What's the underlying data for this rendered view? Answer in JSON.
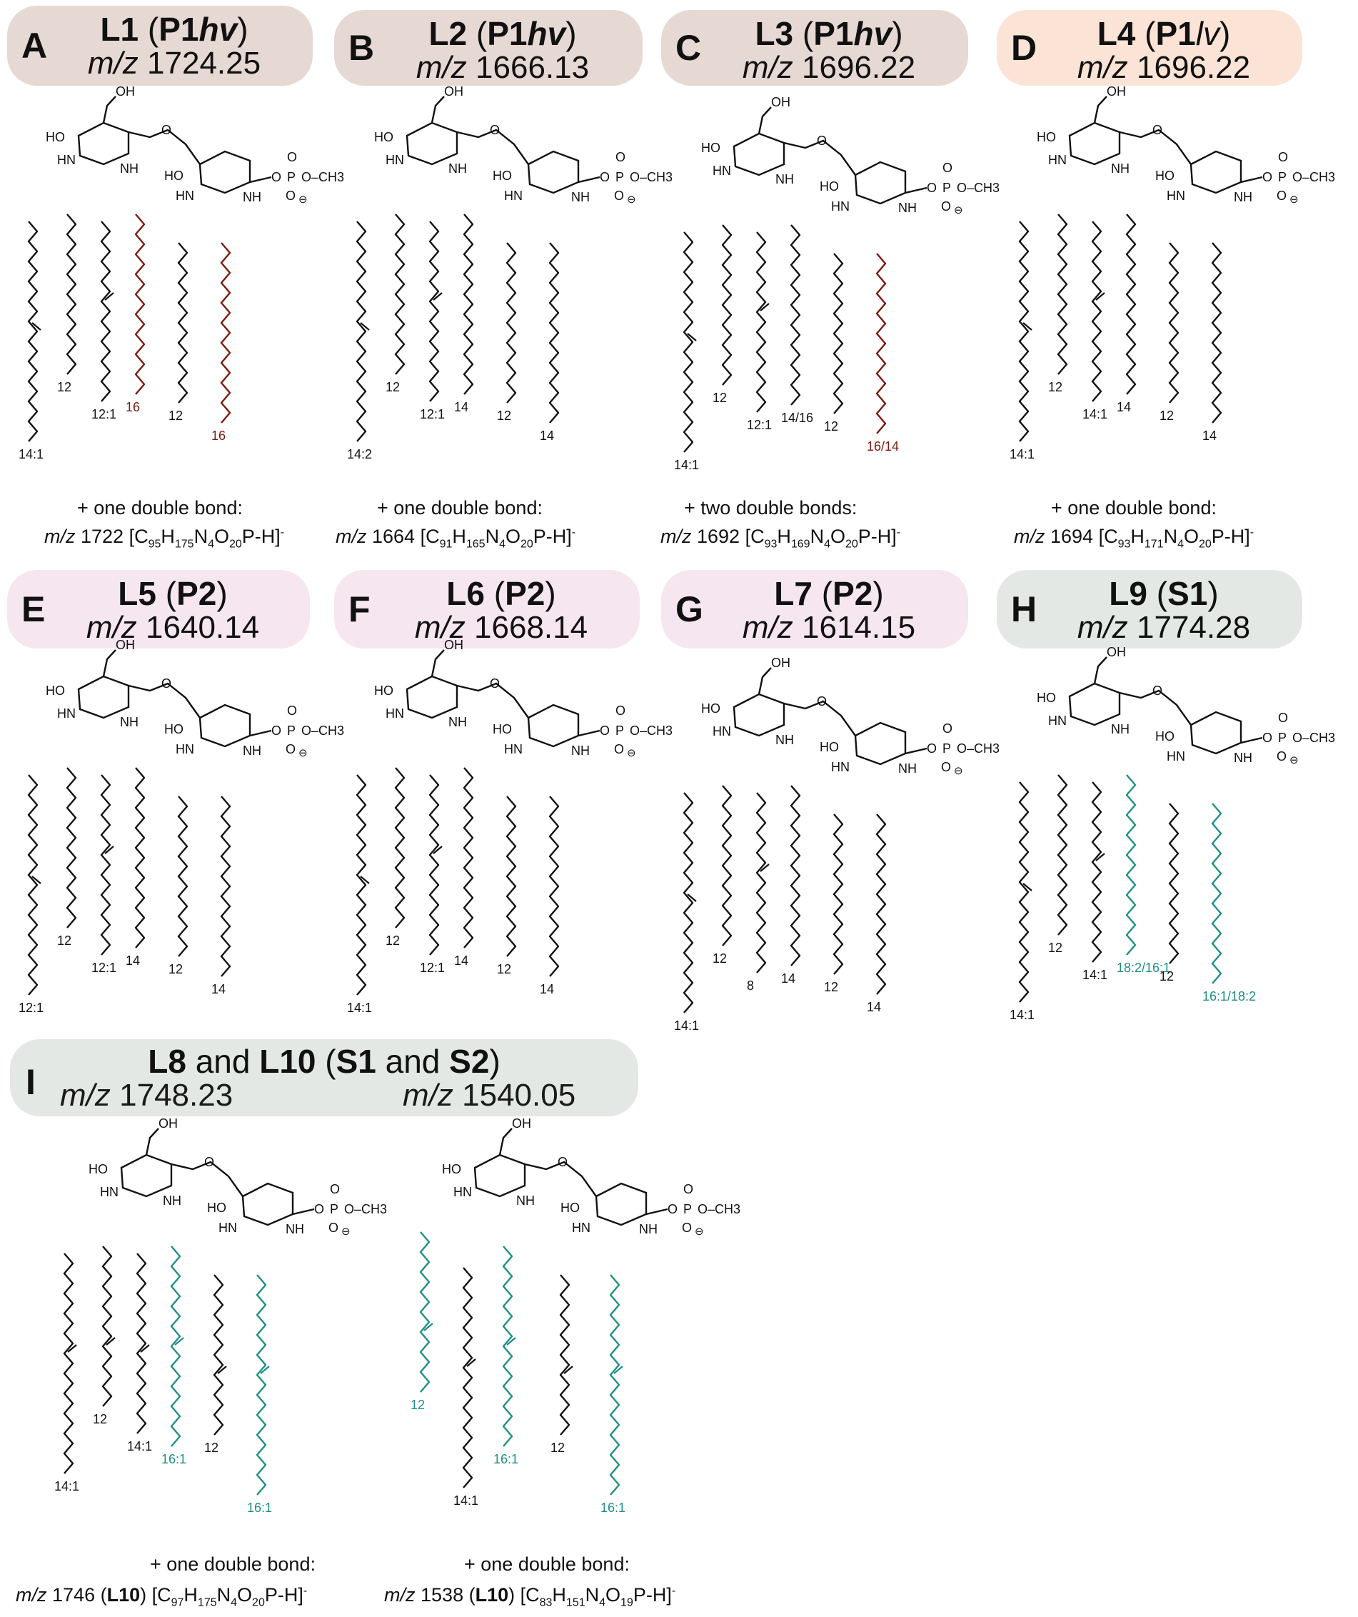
{
  "colors": {
    "header_p1hv": "#e6d8d3",
    "header_p1lv": "#fbe3d6",
    "header_p2": "#f6e6ef",
    "header_s": "#e3e8e5",
    "highlight_red": "#7a1a0f",
    "highlight_teal": "#1f8f86",
    "bond": "#111111"
  },
  "panels": [
    {
      "letter": "A",
      "name": "L1",
      "group": "P1",
      "group_suffix": "hv",
      "mz_label": "m/z",
      "mz": "1724.25",
      "chain_labels": [
        "14:1",
        "12",
        "12:1",
        "16",
        "12",
        "16"
      ],
      "note1": "+ one double bond:",
      "note2_mz": "1722",
      "note2_formula": "[C95H175N4O20P-H]-"
    },
    {
      "letter": "B",
      "name": "L2",
      "group": "P1",
      "group_suffix": "hv",
      "mz_label": "m/z",
      "mz": "1666.13",
      "chain_labels": [
        "14:2",
        "12",
        "12:1",
        "14",
        "12",
        "14"
      ],
      "note1": "+ one double bond:",
      "note2_mz": "1664",
      "note2_formula": "[C91H165N4O20P-H]-"
    },
    {
      "letter": "C",
      "name": "L3",
      "group": "P1",
      "group_suffix": "hv",
      "mz_label": "m/z",
      "mz": "1696.22",
      "chain_labels": [
        "14:1",
        "12",
        "12:1",
        "14/16",
        "12",
        "16/14"
      ],
      "note1": "+ two double bonds:",
      "note2_mz": "1692",
      "note2_formula": "[C93H169N4O20P-H]-"
    },
    {
      "letter": "D",
      "name": "L4",
      "group": "P1",
      "group_suffix": "lv",
      "mz_label": "m/z",
      "mz": "1696.22",
      "chain_labels": [
        "14:1",
        "12",
        "14:1",
        "14",
        "12",
        "14"
      ],
      "note1": "+ one double bond:",
      "note2_mz": "1694",
      "note2_formula": "[C93H171N4O20P-H]-"
    },
    {
      "letter": "E",
      "name": "L5",
      "group": "P2",
      "group_suffix": "",
      "mz_label": "m/z",
      "mz": "1640.14",
      "chain_labels": [
        "12:1",
        "12",
        "12:1",
        "14",
        "12",
        "14"
      ]
    },
    {
      "letter": "F",
      "name": "L6",
      "group": "P2",
      "group_suffix": "",
      "mz_label": "m/z",
      "mz": "1668.14",
      "chain_labels": [
        "14:1",
        "12",
        "12:1",
        "14",
        "12",
        "14"
      ]
    },
    {
      "letter": "G",
      "name": "L7",
      "group": "P2",
      "group_suffix": "",
      "mz_label": "m/z",
      "mz": "1614.15",
      "chain_labels": [
        "14:1",
        "12",
        "8",
        "14",
        "12",
        "14"
      ]
    },
    {
      "letter": "H",
      "name": "L9",
      "group": "S1",
      "group_suffix": "",
      "mz_label": "m/z",
      "mz": "1774.28",
      "chain_labels": [
        "14:1",
        "12",
        "14:1",
        "18:2/16:1",
        "12",
        "16:1/18:2"
      ]
    }
  ],
  "panel_i": {
    "letter": "I",
    "title_a": "L8",
    "title_and": "and",
    "title_b": "L10",
    "title_c": "S1",
    "title_and2": "and",
    "title_d": "S2",
    "mz_label": "m/z",
    "mz_left": "1748.23",
    "mz_right": "1540.05",
    "left_labels": [
      "14:1",
      "12",
      "14:1",
      "16:1",
      "12",
      "16:1"
    ],
    "right_labels": [
      "12",
      "14:1",
      "16:1",
      "12",
      "16:1"
    ],
    "left_note1": "+ one double bond:",
    "left_note2_mz": "1746",
    "left_note2_name": "L10",
    "left_note2_formula": "[C97H175N4O20P-H]-",
    "right_note1": "+ one double bond:",
    "right_note2_mz": "1538",
    "right_note2_name": "L10",
    "right_note2_formula": "[C83H151N4O19P-H]-"
  },
  "atoms": {
    "oh": "OH",
    "ho": "HO",
    "hn": "HN",
    "nh": "NH",
    "o": "O",
    "p": "P",
    "och3": "O–CH3",
    "minus": "⊖"
  }
}
